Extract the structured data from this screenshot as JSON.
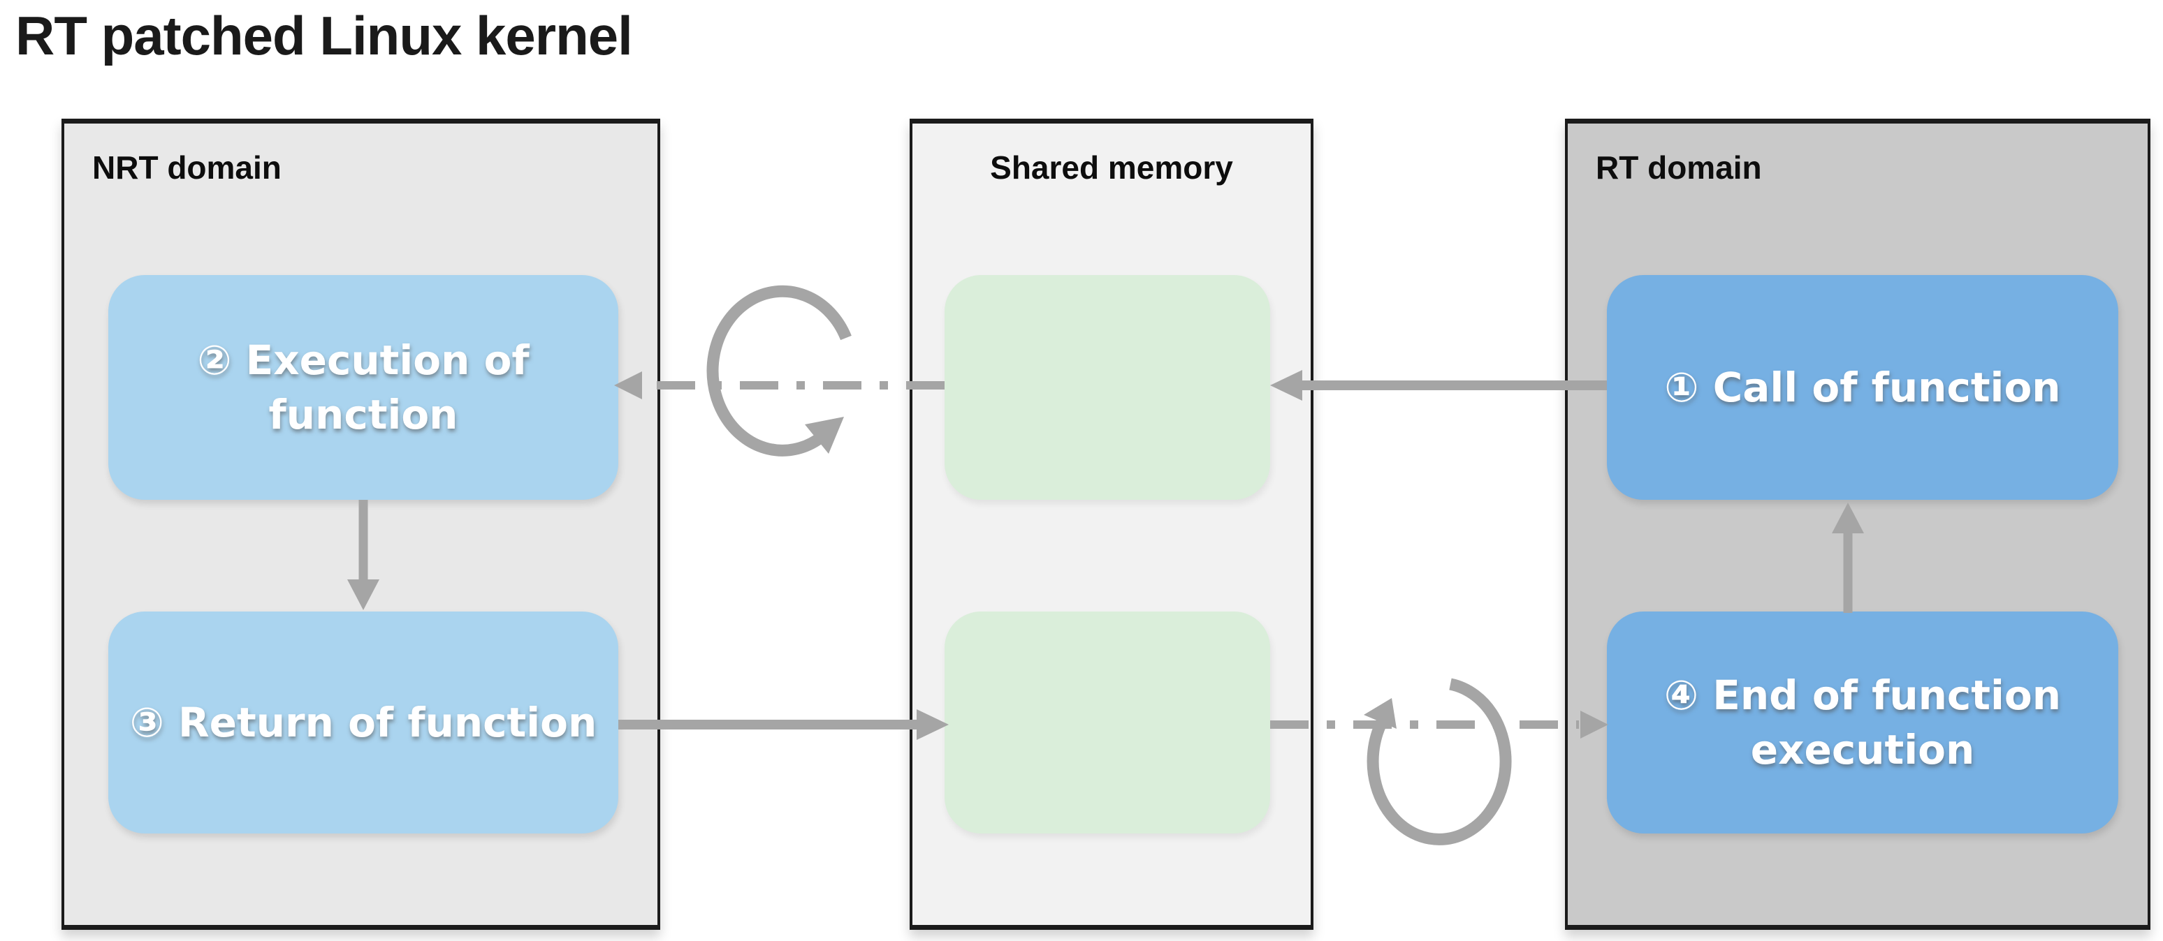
{
  "title": "RT patched Linux kernel",
  "panels": {
    "nrt": {
      "label": "NRT domain"
    },
    "shared": {
      "label": "Shared memory"
    },
    "rt": {
      "label": "RT domain"
    }
  },
  "boxes": {
    "call": {
      "label": "① Call of function",
      "lines": [
        "① Call of function"
      ]
    },
    "execution": {
      "label": "② Execution of function",
      "lines": [
        "② Execution of",
        "function"
      ]
    },
    "return": {
      "label": "③ Return of function",
      "lines": [
        "③ Return of function"
      ]
    },
    "end": {
      "label": "④ End of function execution",
      "lines": [
        "④ End of function",
        "execution"
      ]
    }
  },
  "colors": {
    "title_color": "#1a1a1a",
    "panel_border": "#1b1b1b",
    "panel_nrt_bg": "#e8e8e8",
    "panel_shared_bg": "#f2f2f2",
    "panel_rt_bg": "#c9c9c9",
    "box_light_blue": "#aad4ef",
    "box_dark_blue": "#76b0e3",
    "box_green": "#daeeda",
    "arrow_gray": "#a5a5a5",
    "box_text": "#ffffff"
  }
}
